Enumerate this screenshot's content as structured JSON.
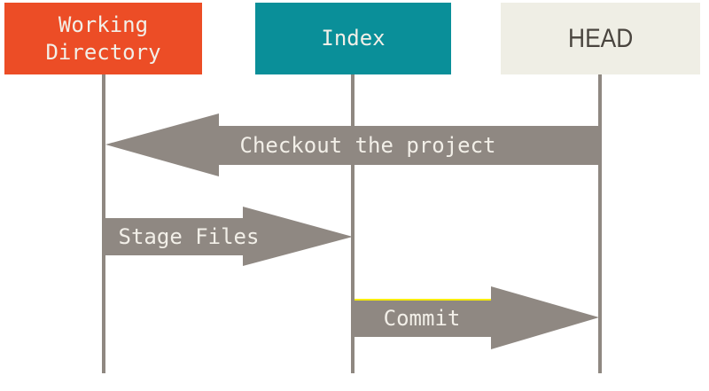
{
  "colors": {
    "background": "#ffffff",
    "wd_box": "#ec4d26",
    "index_box": "#0a8f99",
    "head_box": "#efeee5",
    "head_text": "#4a453f",
    "label_text": "#f2efe8",
    "arrow": "#8f8882",
    "lifeline": "#8f8881",
    "highlight_yellow": "#f8ec00"
  },
  "boxes": [
    {
      "id": "working-directory",
      "label": "Working\nDirectory"
    },
    {
      "id": "index",
      "label": "Index"
    },
    {
      "id": "head",
      "label": "HEAD"
    }
  ],
  "arrows": [
    {
      "id": "checkout",
      "label": "Checkout the project",
      "direction": "left",
      "from": "HEAD",
      "to": "Working Directory"
    },
    {
      "id": "stage",
      "label": "Stage Files",
      "direction": "right",
      "from": "Working Directory",
      "to": "Index"
    },
    {
      "id": "commit",
      "label": "Commit",
      "direction": "right",
      "from": "Index",
      "to": "HEAD"
    }
  ]
}
